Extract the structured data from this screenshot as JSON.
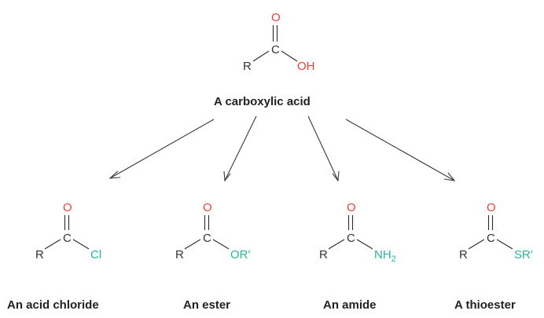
{
  "colors": {
    "oxygen": "#e8413d",
    "substituent": "#2bb39a",
    "carbon": "#333333"
  },
  "parent": {
    "label": "A carboxylic acid",
    "atoms": {
      "o": "O",
      "c": "C",
      "r": "R",
      "g": "OH"
    }
  },
  "derivatives": [
    {
      "label": "An acid chloride",
      "atoms": {
        "o": "O",
        "c": "C",
        "r": "R",
        "g": "Cl"
      }
    },
    {
      "label": "An ester",
      "atoms": {
        "o": "O",
        "c": "C",
        "r": "R",
        "g": "OR′"
      }
    },
    {
      "label": "An amide",
      "atoms": {
        "o": "O",
        "c": "C",
        "r": "R",
        "g": "NH",
        "g_sub": "2"
      }
    },
    {
      "label": "A thioester",
      "atoms": {
        "o": "O",
        "c": "C",
        "r": "R",
        "g": "SR′"
      }
    }
  ]
}
